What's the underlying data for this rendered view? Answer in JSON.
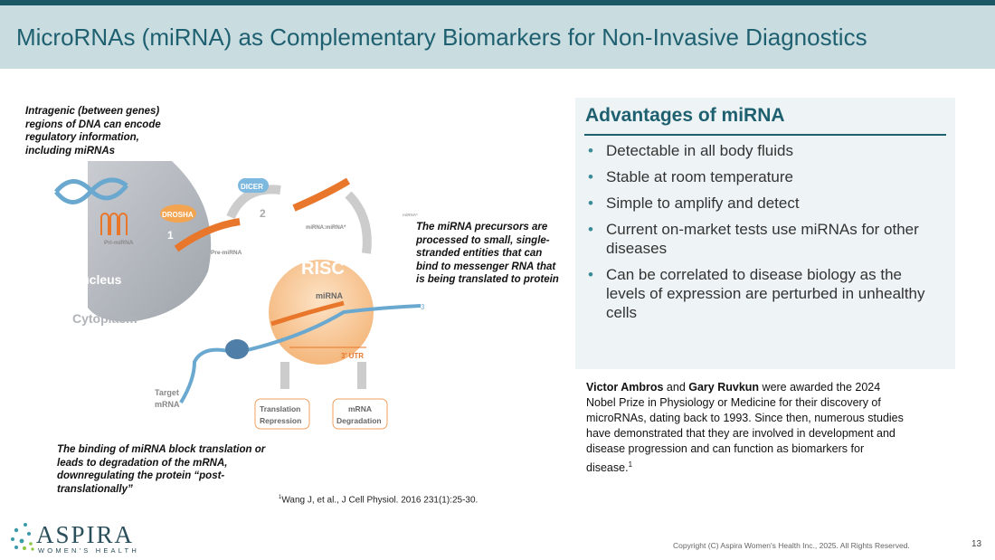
{
  "header": {
    "title": "MicroRNAs (miRNA) as Complementary Biomarkers for Non-Invasive Diagnostics"
  },
  "notes": {
    "intragenic": "Intragenic (between genes) regions of DNA can encode regulatory information, including miRNAs",
    "precursors": "The miRNA precursors are processed to small, single-stranded entities that can bind to messenger RNA that is being translated to protein",
    "binding": "The binding of miRNA block translation or leads to degradation of the mRNA, downregulating the protein “post-translationally”"
  },
  "diagram": {
    "nucleus": "Nucleus",
    "cytoplasm": "Cytoplasm",
    "drosha": "DROSHA",
    "dicer": "DICER",
    "step1": "1",
    "step2": "2",
    "pri": "Pri-miRNA",
    "pre": "Pre-miRNA",
    "duplex": "miRNA:miRNA*",
    "star": "miRNA*",
    "risc": "RISC",
    "mirna": "miRNA",
    "three": "3'",
    "utr": "3' UTR",
    "target1": "Target",
    "target2": "mRNA",
    "trans1": "Translation",
    "trans2": "Repression",
    "deg1": "mRNA",
    "deg2": "Degradation"
  },
  "advantages": {
    "heading": "Advantages of miRNA",
    "items": [
      "Detectable in all body fluids",
      "Stable at room temperature",
      "Simple to amplify and detect",
      "Current on-market tests use miRNAs for other diseases",
      "Can be correlated to disease biology as the levels of expression are perturbed in unhealthy cells"
    ],
    "bullet": "•"
  },
  "nobel": {
    "name1": "Victor Ambros",
    "and": " and ",
    "name2": "Gary Ruvkun",
    "text": " were awarded the 2024 Nobel Prize in Physiology or Medicine for their discovery of microRNAs, dating back to 1993.  Since then, numerous studies have demonstrated that they are involved in development and disease progression and can function as biomarkers for disease.",
    "sup": "1"
  },
  "reference": {
    "sup": "1",
    "text": "Wang J, et al., J Cell Physiol. 2016 231(1):25-30."
  },
  "footer": {
    "brand": "ASPIRA",
    "sub": "WOMEN'S HEALTH",
    "copyright": "Copyright (C) Aspira Women's Health Inc., 2025. All Rights Reserved.",
    "page": "13"
  },
  "colors": {
    "accent": "#1f6070",
    "orange": "#e8762b",
    "blue": "#6aa8cf"
  }
}
